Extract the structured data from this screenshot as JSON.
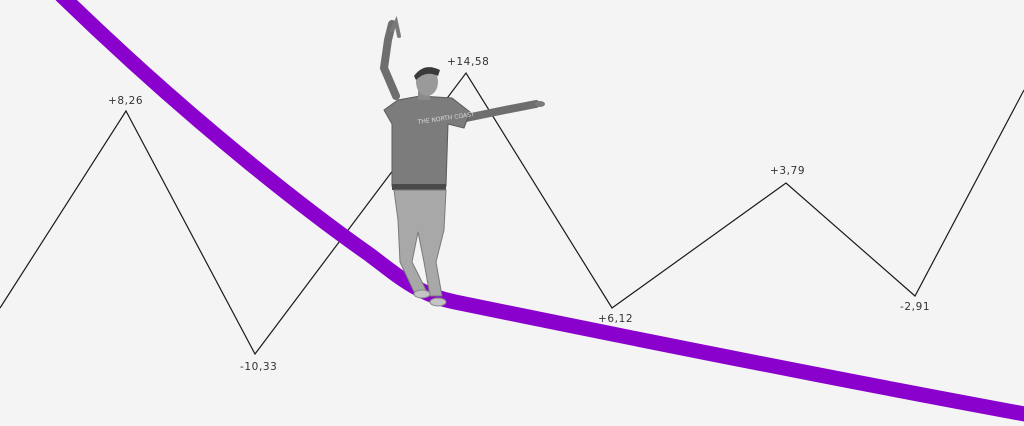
{
  "colors": {
    "background": "#f4f4f4",
    "zigzag": "#1a1a1a",
    "rope": "#8a00cc",
    "label": "#333333"
  },
  "labels": {
    "p1": "+8,26",
    "p2": "-10,33",
    "p3": "+14,58",
    "p4": "+6,12",
    "p5": "+3,79",
    "p6": "-2,91"
  },
  "figure": {
    "description_icon": "tightrope-walker-figure",
    "shirt_text": "THE NORTH COAST"
  }
}
